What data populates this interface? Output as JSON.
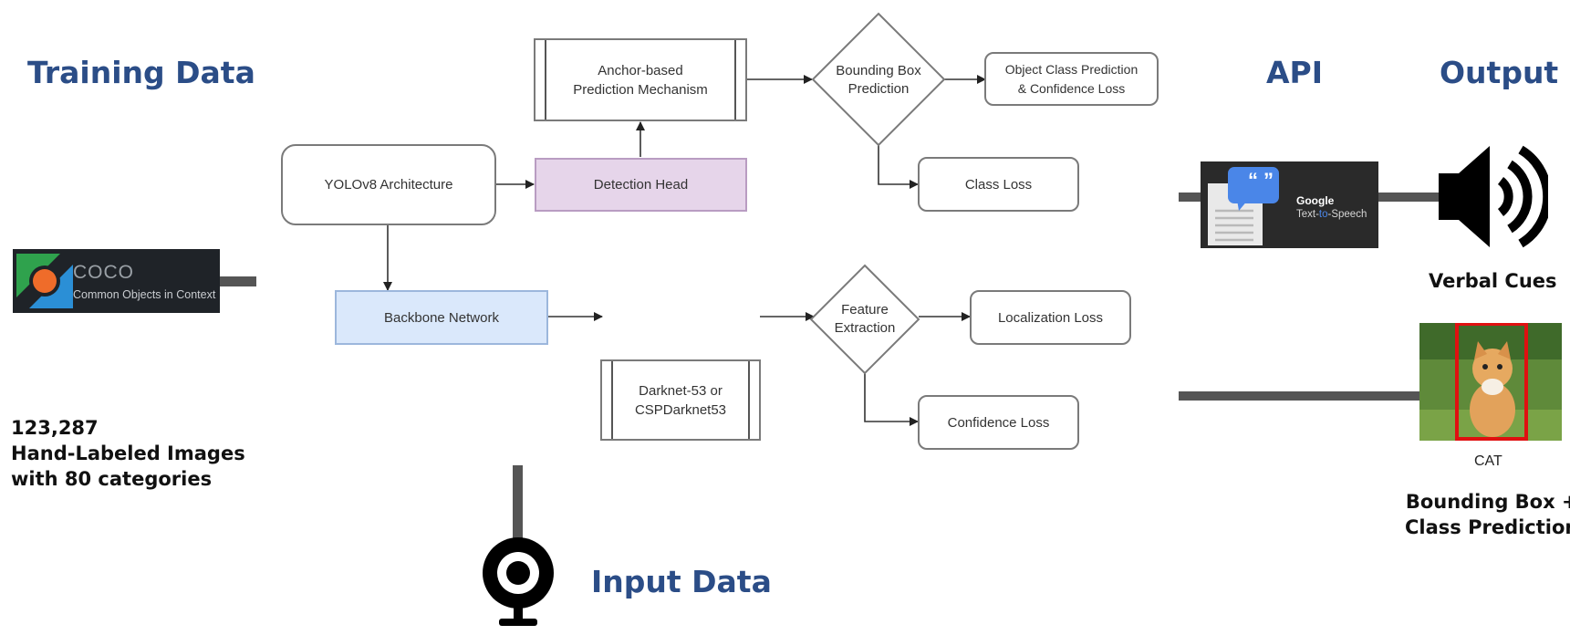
{
  "headers": {
    "training": "Training Data",
    "api": "API",
    "output": "Output",
    "input": "Input Data"
  },
  "coco": {
    "title": "COCO",
    "subtitle": "Common Objects in Context"
  },
  "training_stats": {
    "count": "123,287",
    "line1": "Hand-Labeled Images",
    "line2": "with 80 categories"
  },
  "flowchart": {
    "yolo": "YOLOv8 Architecture",
    "detection_head": "Detection Head",
    "anchor_l1": "Anchor-based",
    "anchor_l2": "Prediction Mechanism",
    "bbox_l1": "Bounding Box",
    "bbox_l2": "Prediction",
    "objclass_l1": "Object Class Prediction",
    "objclass_l2": "& Confidence Loss",
    "class_loss": "Class Loss",
    "backbone": "Backbone Network",
    "darknet_l1": "Darknet-53 or",
    "darknet_l2": "CSPDarknet53",
    "feature_l1": "Feature",
    "feature_l2": "Extraction",
    "localization_loss": "Localization Loss",
    "confidence_loss": "Confidence Loss"
  },
  "api": {
    "brand": "Google",
    "product_pre": "Text-",
    "product_mid": "to",
    "product_post": "-Speech",
    "quote_glyph": "“ ”"
  },
  "output": {
    "verbal_cues": "Verbal Cues",
    "cat_label": "CAT",
    "bbox_l1": "Bounding Box +",
    "bbox_l2": "Class Prediction"
  },
  "colors": {
    "header_blue": "#2b4d87",
    "detection_head_fill": "#e6d5ea",
    "backbone_fill": "#dae8fb",
    "coco_bg": "#1f2328",
    "tts_bg": "#2a2a2a",
    "bbox_red": "#e01010"
  }
}
